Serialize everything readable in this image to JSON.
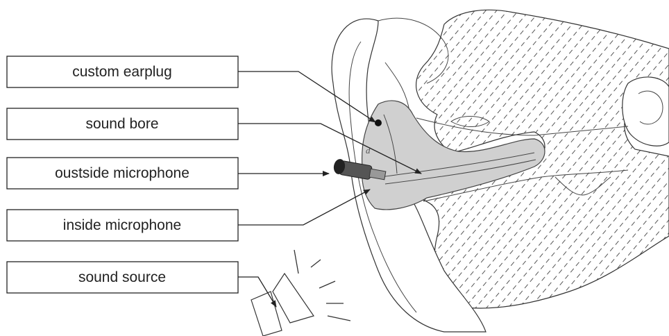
{
  "labels": {
    "custom_earplug": "custom earplug",
    "sound_bore": "sound bore",
    "outside_microphone": "oustside microphone",
    "inside_microphone": "inside microphone",
    "sound_source": "sound source"
  },
  "colors": {
    "line": "#222222",
    "earplug_fill": "#d0d0d0",
    "hatch": "#555555",
    "background": "#ffffff"
  }
}
